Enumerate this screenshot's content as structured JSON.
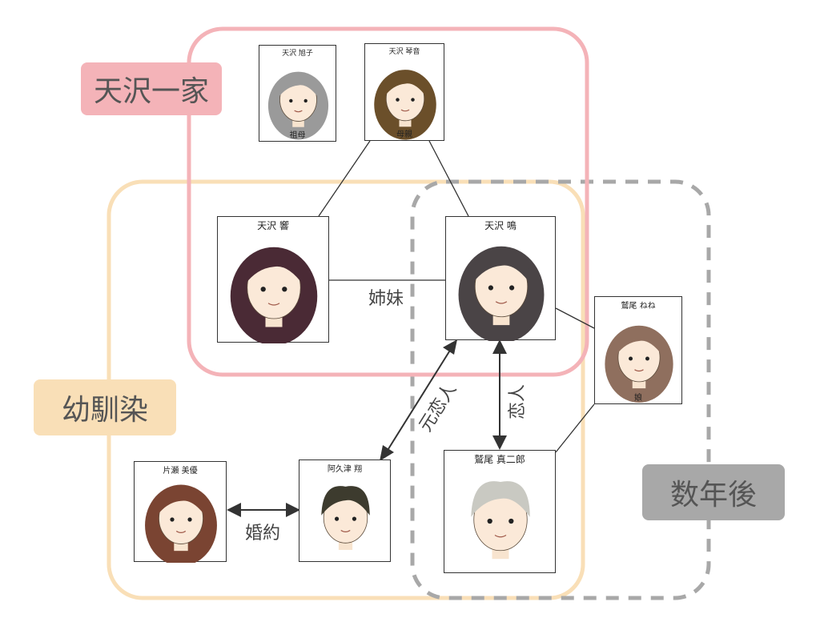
{
  "groups": {
    "amasawa_family": {
      "label": "天沢一家",
      "color": "#f2a5ab",
      "fill": "#f4b3b8"
    },
    "childhood_friends": {
      "label": "幼馴染",
      "color": "#f9dfb7",
      "fill": "#f9dfb7"
    },
    "years_later": {
      "label": "数年後",
      "color": "#9e9e9e",
      "fill": "#a8a8a8"
    }
  },
  "people": {
    "grandmother": {
      "name": "天沢 旭子",
      "role": "祖母",
      "hair": "#9a9a9a"
    },
    "mother": {
      "name": "天沢 琴音",
      "role": "母親",
      "hair": "#6b4f2a"
    },
    "hibiki": {
      "name": "天沢 響",
      "role": "",
      "hair": "#4a2a35"
    },
    "mei": {
      "name": "天沢 鳴",
      "role": "",
      "hair": "#4a4446"
    },
    "nene": {
      "name": "鷲尾 ねね",
      "role": "娘",
      "hair": "#8f6f5e"
    },
    "shinjiro": {
      "name": "鷲尾 真二郎",
      "role": "",
      "hair": "#c9c9c2"
    },
    "akutsu": {
      "name": "阿久津 翔",
      "role": "",
      "hair": "#3d3b2e"
    },
    "katase": {
      "name": "片瀬 美優",
      "role": "",
      "hair": "#7a4432"
    }
  },
  "relations": {
    "sisters": "姉妹",
    "ex_lover": "元恋人",
    "lover": "恋人",
    "engaged": "婚約"
  }
}
